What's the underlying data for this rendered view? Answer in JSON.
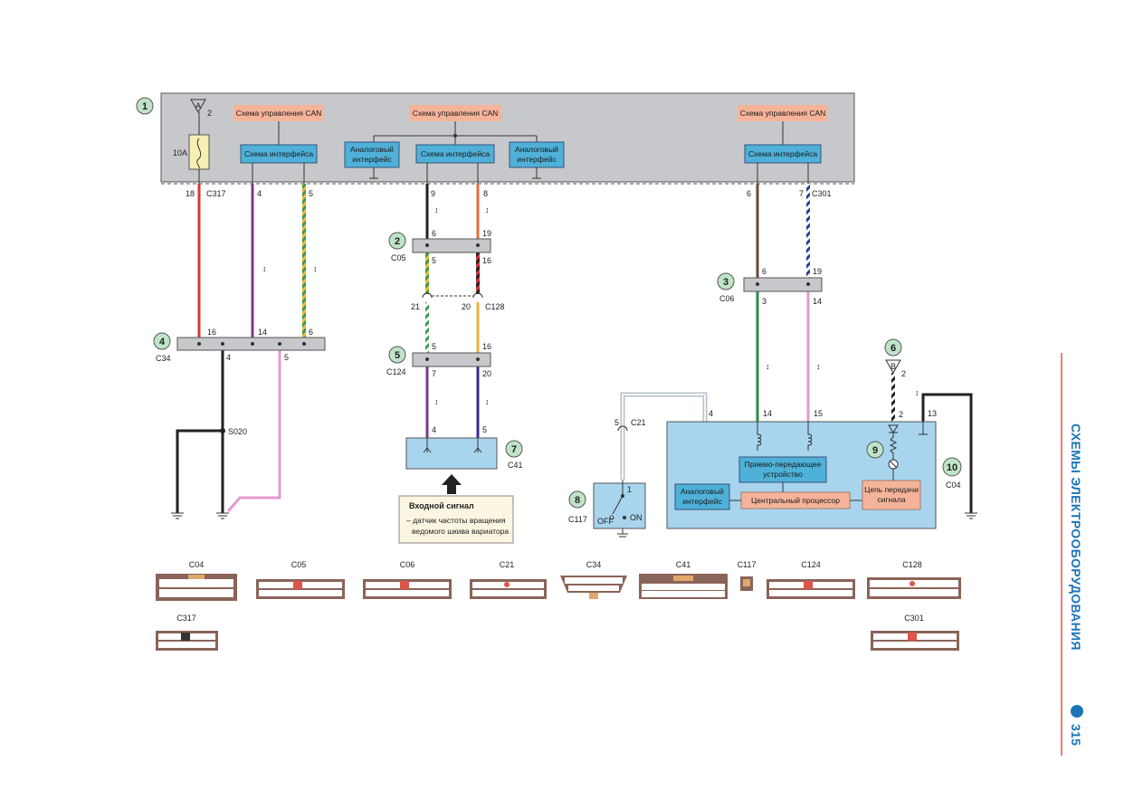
{
  "sidebar": {
    "section_title": "СХЕМЫ ЭЛЕКТРООБОРУДОВАНИЯ",
    "page_number": "315",
    "accent_color": "#1b74b8",
    "rule_color": "#e0534a"
  },
  "block1": {
    "badge": "1",
    "fuse_label": "10A",
    "ground_tag": "A",
    "ground_tag_pin": "2",
    "can_left": "Схема управления CAN",
    "can_mid": "Схема управления CAN",
    "can_right": "Схема управления CAN",
    "iface_left": "Схема интерфейса",
    "iface_mid": "Схема интерфейса",
    "iface_right": "Схема интерфейса",
    "analog_left": "Аналоговый интерфейс",
    "analog_right": "Аналоговый интерфейс",
    "connector_left": "C317",
    "connector_right": "C301",
    "pins": [
      "18",
      "4",
      "5",
      "9",
      "8",
      "6",
      "7"
    ]
  },
  "block2": {
    "badge": "2",
    "connector": "C05",
    "pins_top": [
      "6",
      "19"
    ],
    "pins_bottom": [
      "5",
      "16"
    ]
  },
  "c128": {
    "connector": "C128",
    "pins": [
      "21",
      "20"
    ]
  },
  "block3": {
    "badge": "3",
    "connector": "C06",
    "pins_top": [
      "6",
      "19"
    ],
    "pins_bottom": [
      "3",
      "14"
    ]
  },
  "block4": {
    "badge": "4",
    "connector": "C34",
    "pins_top": [
      "16",
      "14",
      "6"
    ],
    "pins_bottom": [
      "4",
      "5"
    ]
  },
  "block5": {
    "badge": "5",
    "connector": "C124",
    "pins_top": [
      "5",
      "16"
    ],
    "pins_bottom": [
      "7",
      "20"
    ]
  },
  "block6": {
    "badge": "6",
    "ground_tag": "B",
    "ground_tag_pin": "2",
    "pin": "2"
  },
  "block7": {
    "badge": "7",
    "connector": "C41",
    "pins": [
      "4",
      "5"
    ]
  },
  "block8": {
    "badge": "8",
    "connector": "C117",
    "pin": "1",
    "off_label": "OFF",
    "on_label": "ON"
  },
  "block9": {
    "badge": "9"
  },
  "block10": {
    "badge": "10",
    "connector": "C04",
    "transceiver": "Приемо-передающее устройство",
    "cpu": "Центральный процессор",
    "signal_circuit": "Цепь передачи сигнала",
    "analog": "Аналоговый интерфейс",
    "pins": [
      "4",
      "14",
      "15",
      "2",
      "13"
    ]
  },
  "c21": {
    "connector": "C21",
    "pin": "5"
  },
  "splice": {
    "label": "S020"
  },
  "input_signal": {
    "title": "Входной сигнал",
    "line1": "– датчик частоты вращения",
    "line2": "ведомого шкива вариатора"
  },
  "connector_views": [
    {
      "label": "C04"
    },
    {
      "label": "C05"
    },
    {
      "label": "C06"
    },
    {
      "label": "C21"
    },
    {
      "label": "C34"
    },
    {
      "label": "C41"
    },
    {
      "label": "C117"
    },
    {
      "label": "C124"
    },
    {
      "label": "C128"
    },
    {
      "label": "C317"
    },
    {
      "label": "C301"
    }
  ]
}
